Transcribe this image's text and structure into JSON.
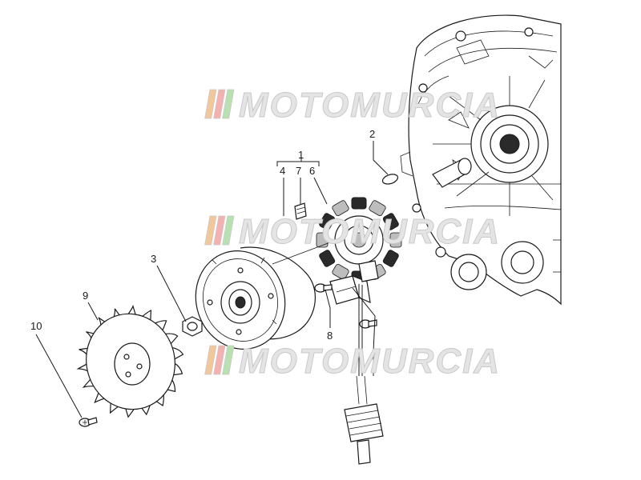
{
  "watermark": {
    "text": "MOTOMURCIA",
    "stripe_colors": [
      "#f2c79a",
      "#f5b0b0",
      "#b9e0b0",
      "#e8e8e8"
    ]
  },
  "callouts": [
    {
      "id": "label-1",
      "text": "1"
    },
    {
      "id": "label-2",
      "text": "2"
    },
    {
      "id": "label-3",
      "text": "3"
    },
    {
      "id": "label-4",
      "text": "4"
    },
    {
      "id": "label-6",
      "text": "6"
    },
    {
      "id": "label-7",
      "text": "7"
    },
    {
      "id": "label-8",
      "text": "8"
    },
    {
      "id": "label-9",
      "text": "9"
    },
    {
      "id": "label-10",
      "text": "10"
    }
  ]
}
